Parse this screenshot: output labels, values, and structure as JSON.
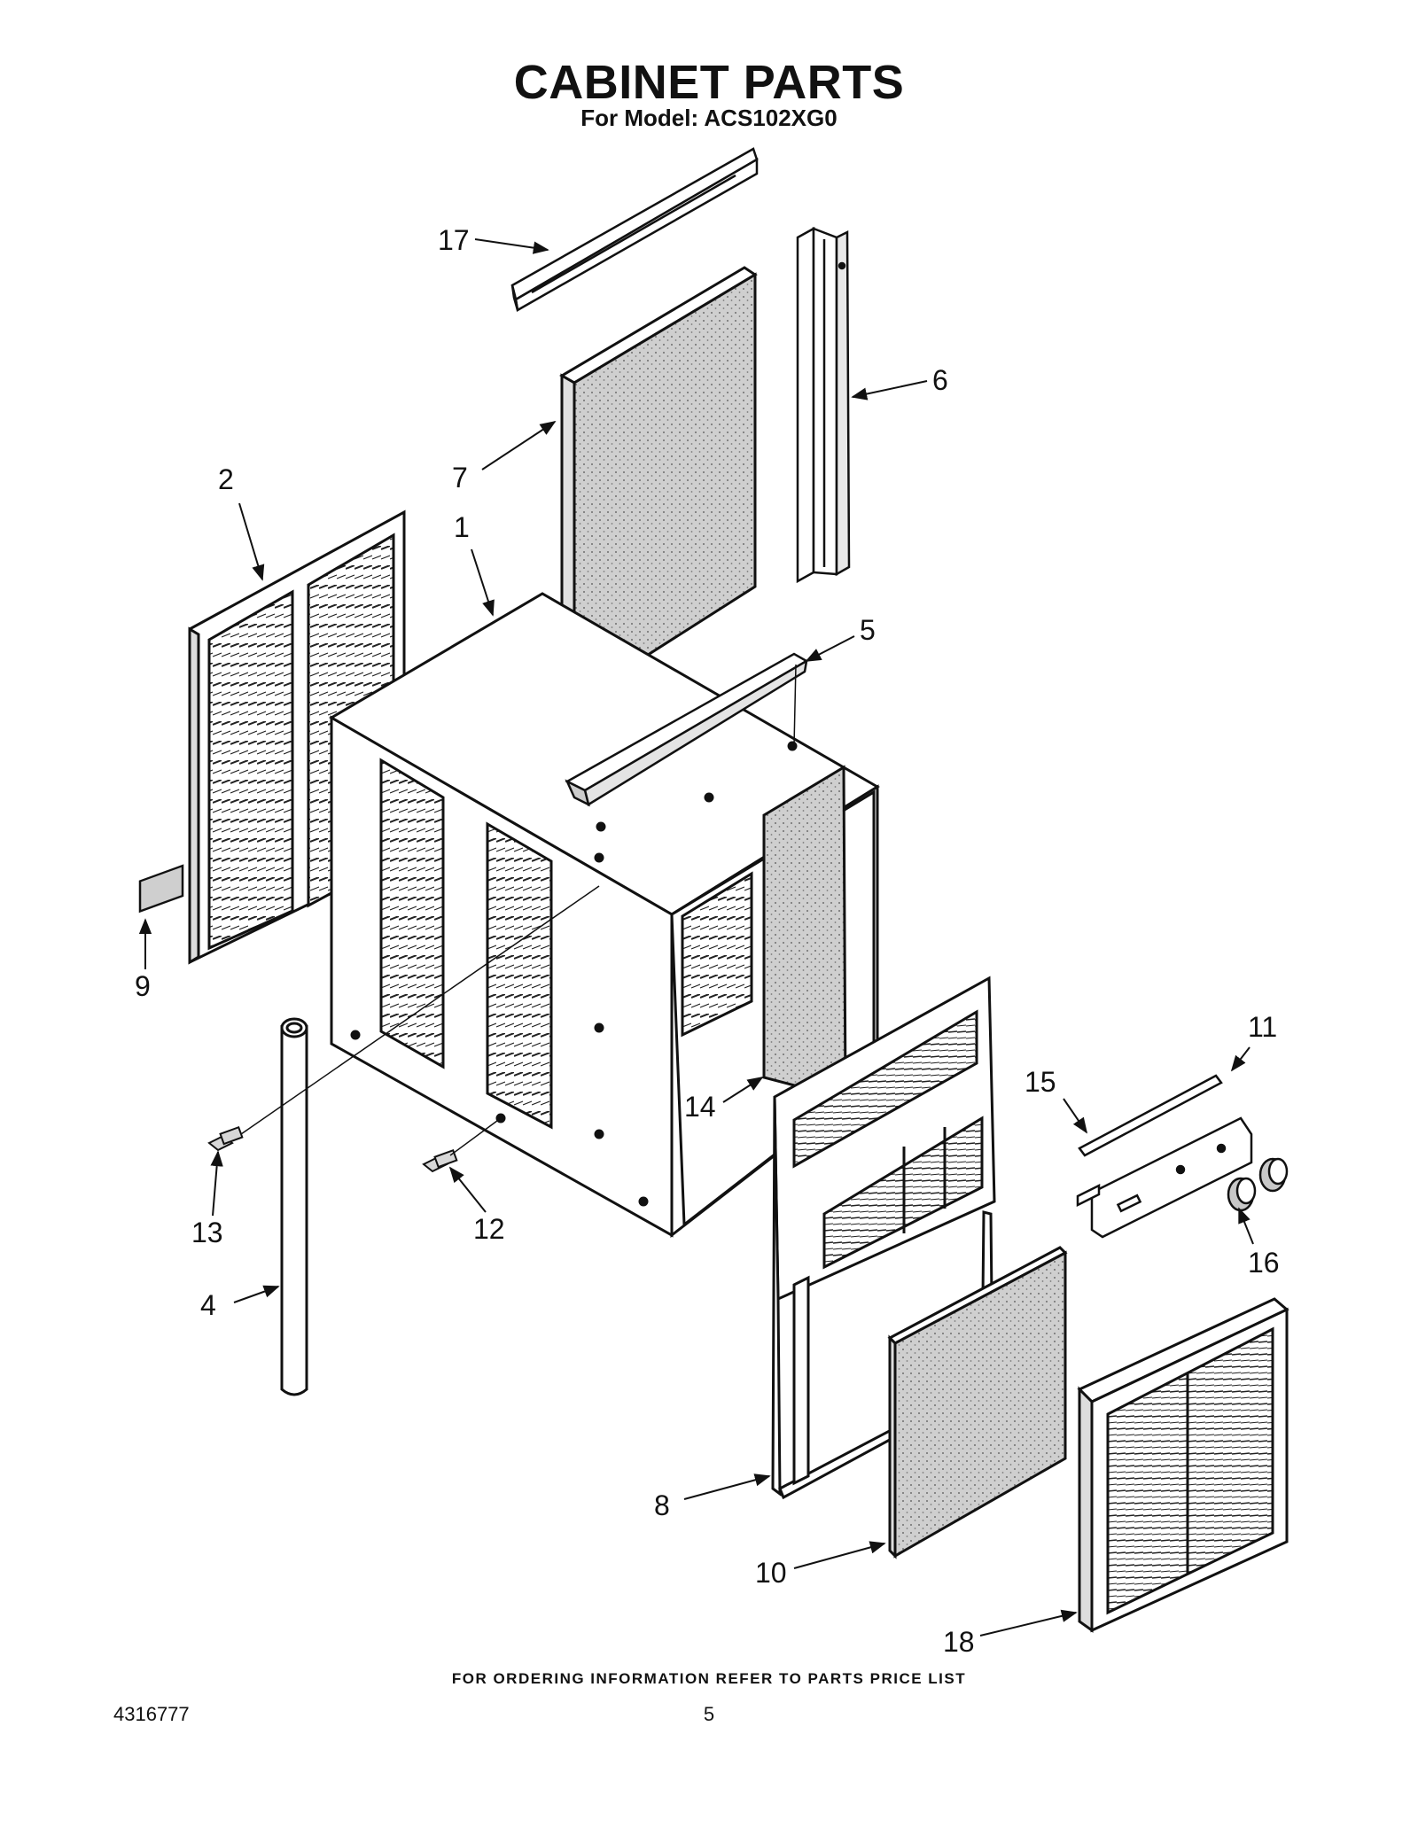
{
  "header": {
    "title": "CABINET PARTS",
    "subtitle": "For Model: ACS102XG0"
  },
  "callouts": {
    "c1": "1",
    "c2": "2",
    "c4": "4",
    "c5": "5",
    "c6": "6",
    "c7": "7",
    "c8": "8",
    "c9": "9",
    "c10": "10",
    "c11": "11",
    "c12": "12",
    "c13": "13",
    "c14": "14",
    "c15": "15",
    "c16": "16",
    "c17": "17",
    "c18": "18"
  },
  "footer": {
    "ordering_note": "FOR ORDERING INFORMATION REFER TO PARTS PRICE LIST",
    "document_number": "4316777",
    "page_number": "5"
  }
}
